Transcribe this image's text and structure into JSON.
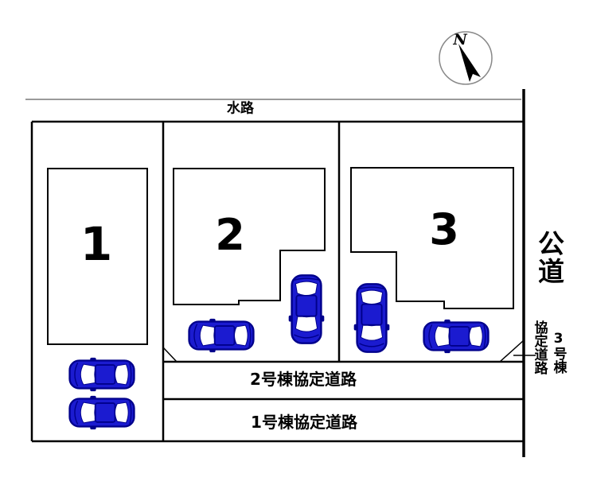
{
  "title": "site-plan",
  "waterway": {
    "label": "水路"
  },
  "compass": {
    "north_label": "N",
    "icon": "north-compass-icon"
  },
  "lots": [
    {
      "number": "1"
    },
    {
      "number": "2"
    },
    {
      "number": "3"
    }
  ],
  "cars": {
    "count": 6,
    "icon": "car-top-view-icon"
  },
  "roads": {
    "public_road": "公道",
    "lot3_agreement_col1": "3号棟",
    "lot3_agreement_col2": "協定道路",
    "lot2_agreement": "2号棟協定道路",
    "lot1_agreement": "1号棟協定道路"
  },
  "colors": {
    "car_body": "#1b1bd0",
    "car_outline": "#00008b",
    "line": "#000000",
    "waterway_line": "#9a9a9a",
    "background": "#ffffff"
  }
}
